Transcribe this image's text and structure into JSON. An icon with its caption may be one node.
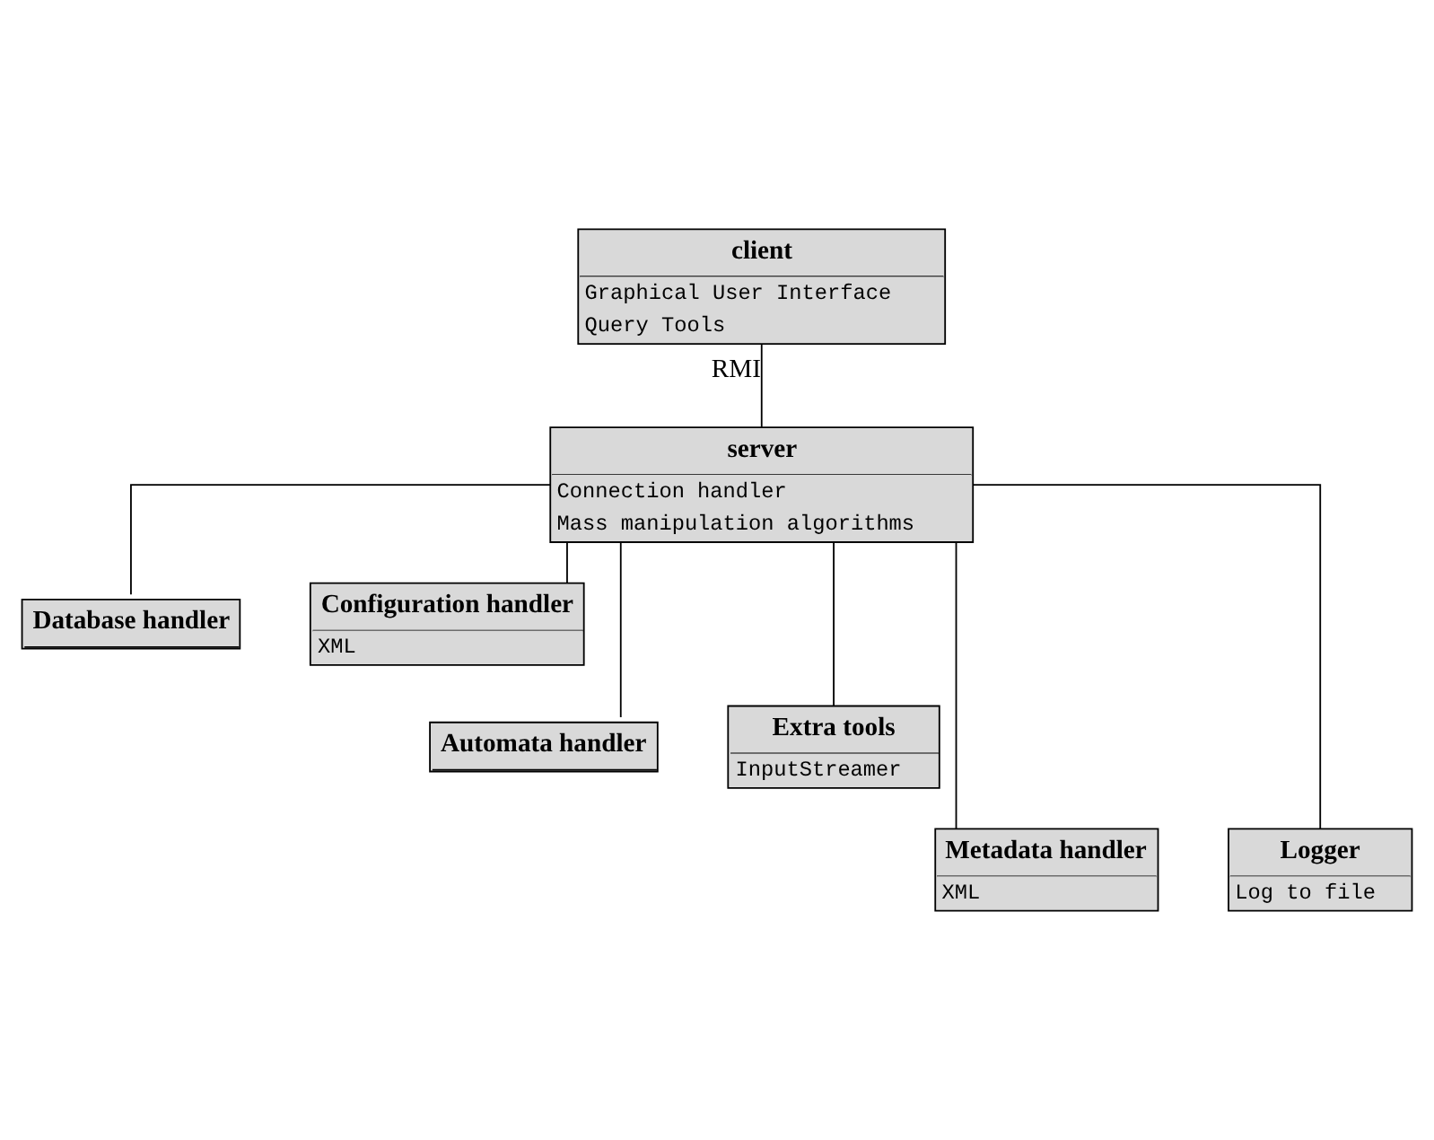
{
  "diagram": {
    "nodes": [
      {
        "text": [
          "client",
          "Graphical User Interface",
          "Query Tools"
        ]
      },
      {
        "text": [
          "server",
          "Connection handler",
          "Mass manipulation algorithms"
        ]
      },
      {
        "text": [
          "Database handler"
        ]
      },
      {
        "text": [
          "Configuration handler",
          "XML"
        ]
      },
      {
        "text": [
          "Automata handler"
        ]
      },
      {
        "text": [
          "Extra tools",
          "InputStreamer"
        ]
      },
      {
        "text": [
          "Metadata handler",
          "XML"
        ]
      },
      {
        "text": [
          "Logger",
          "Log to file"
        ]
      }
    ],
    "edges": [
      {
        "from": 0,
        "to": 1,
        "arrow": "none",
        "label": "RMI"
      },
      {
        "from": 1,
        "to": 2,
        "arrow": "none"
      },
      {
        "from": 1,
        "to": 3,
        "arrow": "none"
      },
      {
        "from": 1,
        "to": 4,
        "arrow": "none"
      },
      {
        "from": 1,
        "to": 5,
        "arrow": "none"
      },
      {
        "from": 1,
        "to": 6,
        "arrow": "none"
      },
      {
        "from": 1,
        "to": 7,
        "arrow": "none"
      }
    ]
  }
}
